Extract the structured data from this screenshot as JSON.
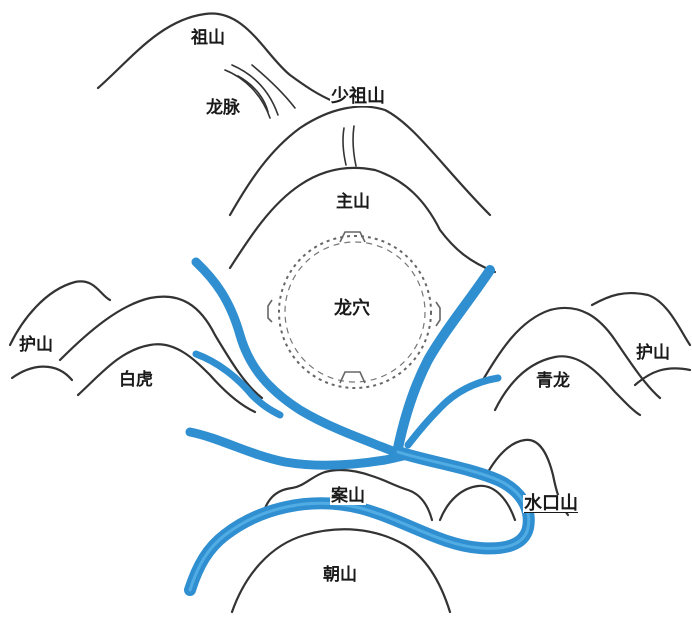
{
  "labels": {
    "zu_shan": "祖山",
    "long_mai": "龙脉",
    "shao_zu_shan": "少祖山",
    "zhu_shan": "主山",
    "long_xue": "龙穴",
    "hu_shan_left": "护山",
    "bai_hu": "白虎",
    "qing_long": "青龙",
    "hu_shan_right": "护山",
    "an_shan": "案山",
    "shui_kou_shan": "水口山",
    "chao_shan": "朝山"
  },
  "colors": {
    "river": "#2f8fd0",
    "river_highlight": "#5bb3e8",
    "ink": "#333333",
    "background": "#ffffff"
  }
}
